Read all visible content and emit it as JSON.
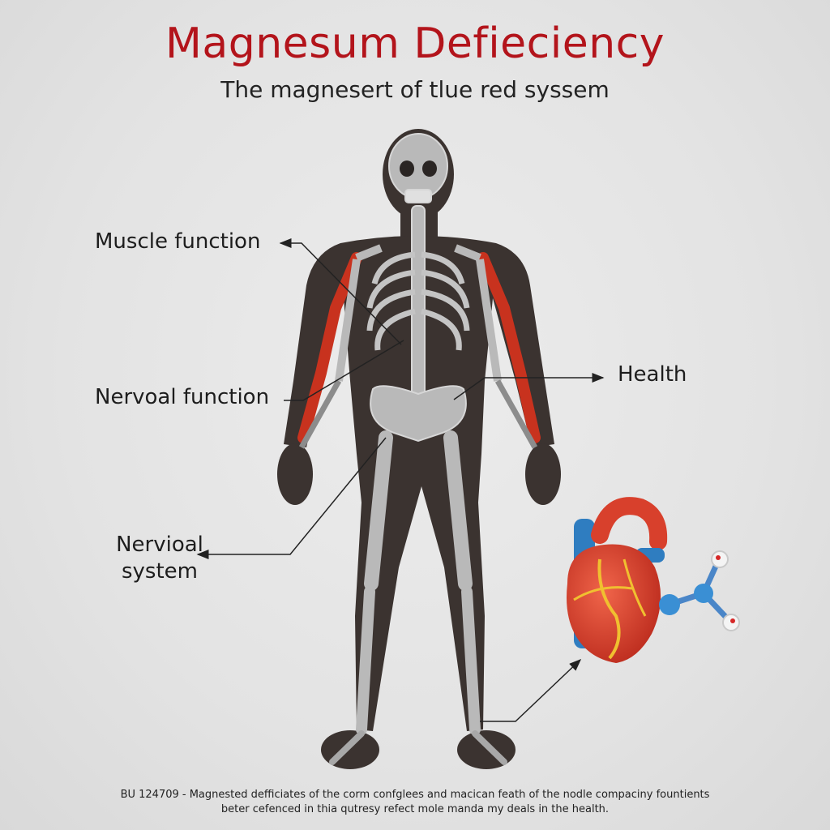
{
  "header": {
    "title": "Magnesum Defieciency",
    "subtitle": "The magnesert of tlue red syssem"
  },
  "labels": {
    "muscle_function": "Muscle function",
    "nervoal_function": "Nervoal function",
    "health": "Health",
    "nervioal_line1": "Nervioal",
    "nervioal_line2": "system"
  },
  "footer": {
    "line1": "BU 124709 - Magnested defficiates of the corm confglees and macican feath of the nodle compaciny fountients",
    "line2": "beter cefenced in thia qutresy refect mole manda my deals in the health."
  },
  "colors": {
    "title": "#b3141b",
    "body_silhouette": "#3b3330",
    "bone": "#b9b9b9",
    "muscle_highlight": "#c8321e",
    "heart": "#d8402c",
    "vessel_blue": "#2f7dc0"
  }
}
